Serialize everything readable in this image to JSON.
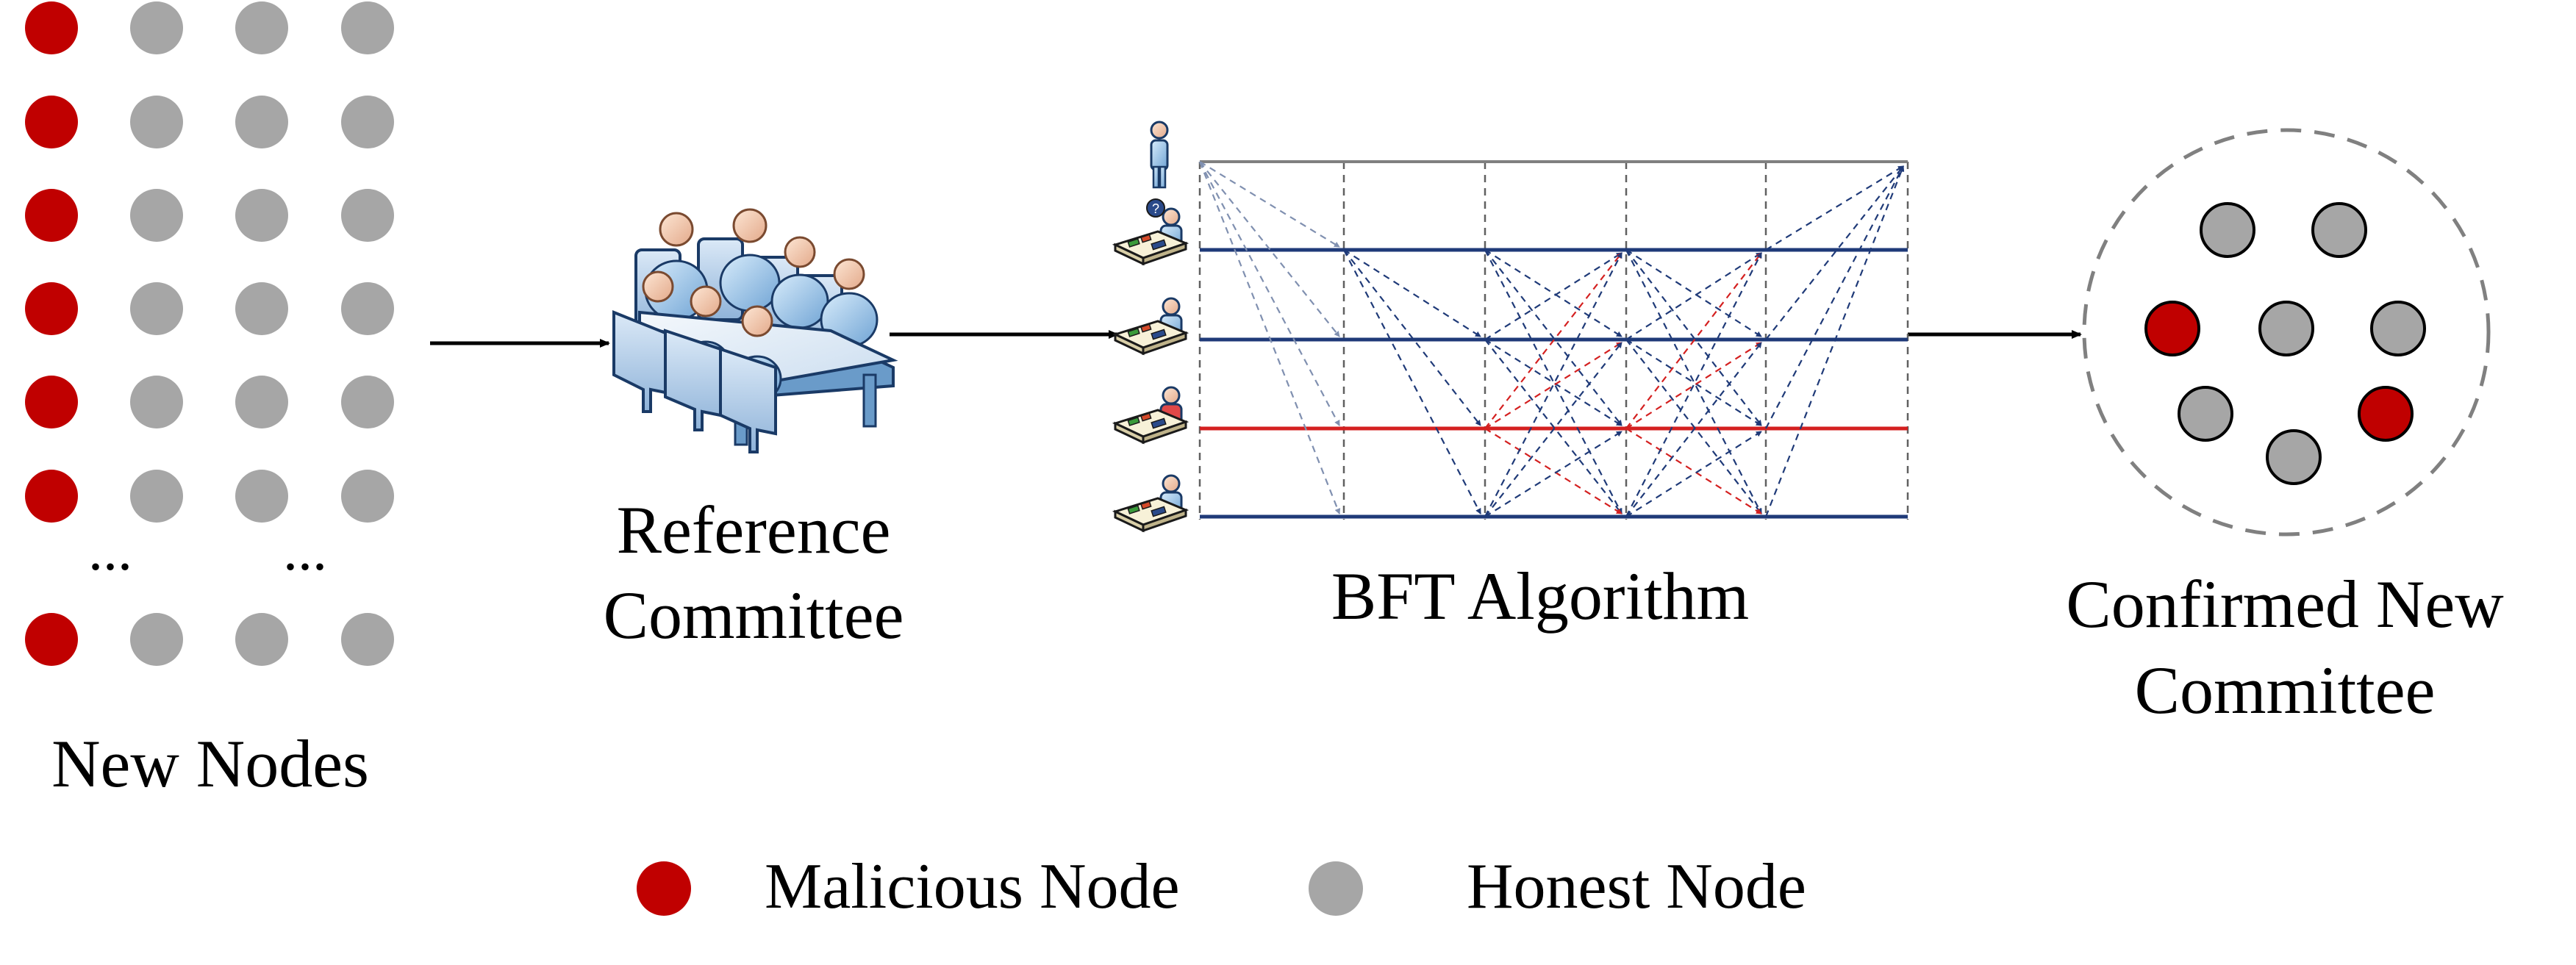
{
  "labels": {
    "new_nodes": "New Nodes",
    "reference_committee_line1": "Reference",
    "reference_committee_line2": "Committee",
    "bft_algorithm": "BFT Algorithm",
    "confirmed_line1": "Confirmed New",
    "confirmed_line2": "Committee",
    "ellipsis": "..."
  },
  "legend": {
    "malicious": "Malicious Node",
    "honest": "Honest Node"
  },
  "colors": {
    "malicious": "#c00000",
    "honest": "#a6a6a6",
    "bft_line": "#1f3a78",
    "bft_malicious_line": "#d42020",
    "bft_top_line": "#808080",
    "dashed_circle": "#808080"
  },
  "new_nodes_grid": {
    "rows_before_ellipsis": 6,
    "rows_after_ellipsis": 1,
    "columns": 4,
    "malicious_column": 1
  },
  "confirmed_committee": {
    "malicious_count": 2,
    "honest_count": 6
  },
  "bft": {
    "participant_rows": 5,
    "phases": 5,
    "malicious_participant": 4
  },
  "icons": {
    "reference_committee": "meeting-table-icon",
    "bft_leader": "client-person-icon",
    "bft_replica": "desk-worker-icon"
  }
}
